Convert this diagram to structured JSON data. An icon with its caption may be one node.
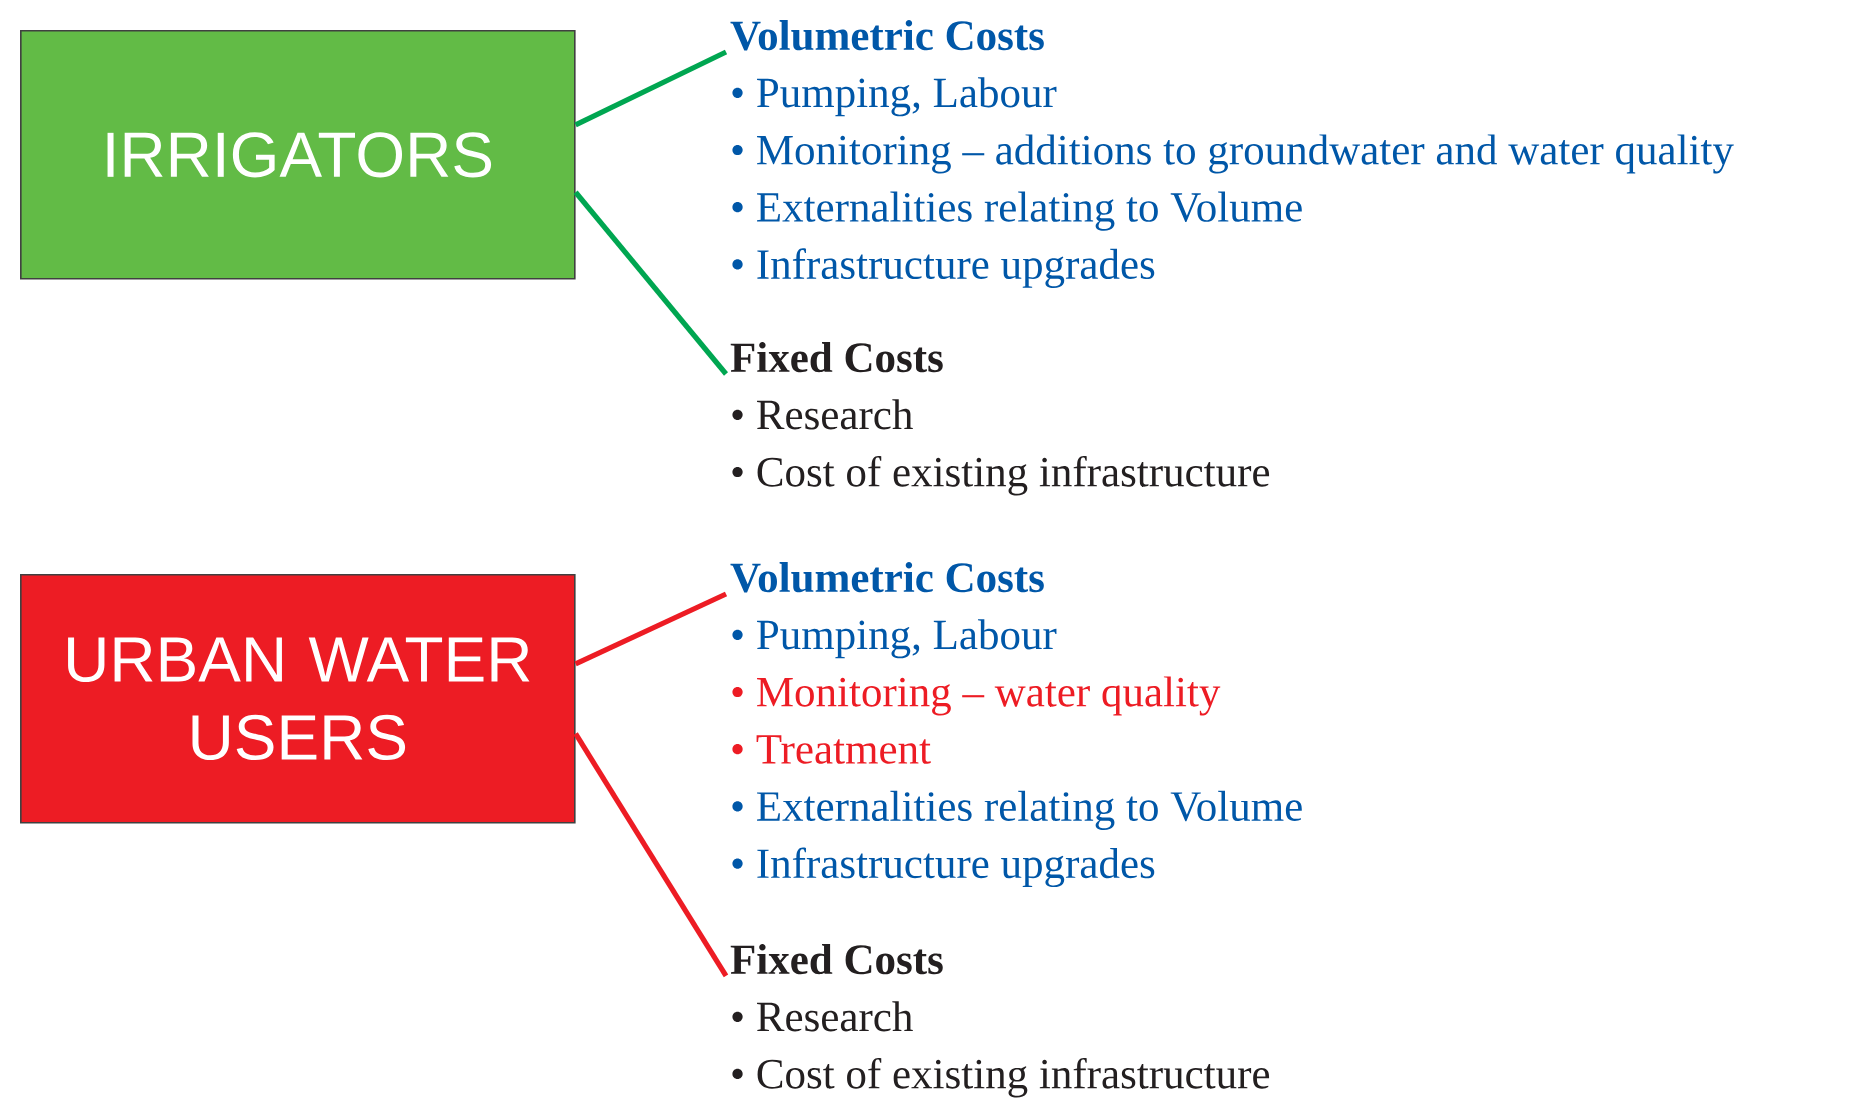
{
  "diagram": {
    "nodes": [
      {
        "text": [
          "IRRIGATORS"
        ]
      },
      {
        "text": [
          "Volumetric Costs",
          "• Pumping, Labour",
          "• Monitoring – additions to groundwater and water quality",
          "• Externalities relating to Volume",
          "• Infrastructure upgrades"
        ]
      },
      {
        "text": [
          "Fixed Costs",
          "• Research",
          "• Cost of existing infrastructure"
        ]
      },
      {
        "text": [
          "URBAN WATER USERS"
        ]
      },
      {
        "text": [
          "Volumetric Costs",
          "• Pumping, Labour",
          "• Monitoring – water quality",
          "• Treatment",
          "• Externalities relating to Volume",
          "• Infrastructure upgrades"
        ]
      },
      {
        "text": [
          "Fixed Costs",
          "• Research",
          "• Cost of existing infrastructure"
        ]
      }
    ],
    "edges": [
      {
        "from": 0,
        "to": 1,
        "arrow": "none",
        "color": "#00a651"
      },
      {
        "from": 0,
        "to": 2,
        "arrow": "none",
        "color": "#00a651"
      },
      {
        "from": 3,
        "to": 4,
        "arrow": "none",
        "color": "#ed1c24"
      },
      {
        "from": 3,
        "to": 5,
        "arrow": "none",
        "color": "#ed1c24"
      }
    ]
  }
}
